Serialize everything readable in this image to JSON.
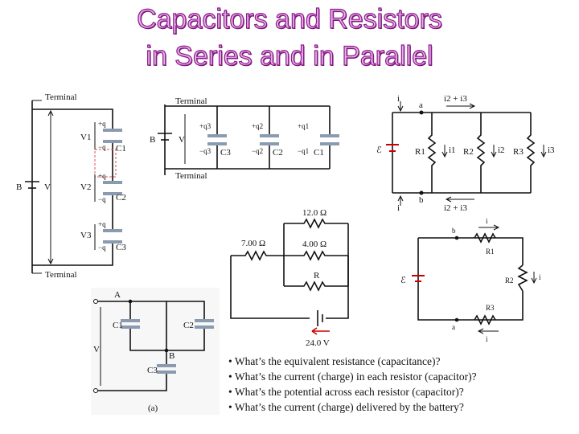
{
  "title": {
    "line1": "Capacitors and  Resistors",
    "line2": "in Series and in Parallel"
  },
  "series_caps": {
    "terminal_top": "Terminal",
    "terminal_bottom": "Terminal",
    "battery": "B",
    "voltage": "V",
    "v1": "V1",
    "v2": "V2",
    "v3": "V3",
    "c1": "C1",
    "c2": "C2",
    "c3": "C3",
    "plus_q": "+q",
    "minus_q": "−q"
  },
  "parallel_caps": {
    "terminal_top": "Terminal",
    "terminal_bottom": "Terminal",
    "battery": "B",
    "voltage": "V",
    "q3": "+q3",
    "q2": "+q2",
    "q1": "+q1",
    "mq3": "−q3",
    "mq2": "−q2",
    "mq1": "−q1",
    "c3": "C3",
    "c2": "C2",
    "c1": "C1"
  },
  "parallel_res": {
    "i": "i",
    "a": "a",
    "b": "b",
    "top_current": "i2 + i3",
    "bottom_current": "i2 + i3",
    "emf": "ℰ",
    "r1": "R1",
    "r2": "R2",
    "r3": "R3",
    "i1": "i1",
    "i2": "i2",
    "i3": "i3"
  },
  "mixed_res": {
    "r_top": "12.0 Ω",
    "r_left": "7.00 Ω",
    "r_mid": "4.00 Ω",
    "r_bottom": "R",
    "battery": "24.0 V"
  },
  "series_res": {
    "i_top": "i",
    "i_bottom": "i",
    "b": "b",
    "a": "a",
    "emf": "ℰ",
    "r1": "R1",
    "r2": "R2",
    "r3": "R3",
    "i_side": "i"
  },
  "combo_caps": {
    "a": "A",
    "b": "B",
    "v": "V",
    "c1": "C1",
    "c2": "C2",
    "c3": "C3",
    "caption": "(a)"
  },
  "questions": [
    "• What’s the equivalent resistance (capacitance)?",
    "• What’s the current (charge) in each resistor (capacitor)?",
    "• What’s the potential across each resistor (capacitor)?",
    "• What’s the current (charge) delivered by the battery?"
  ]
}
